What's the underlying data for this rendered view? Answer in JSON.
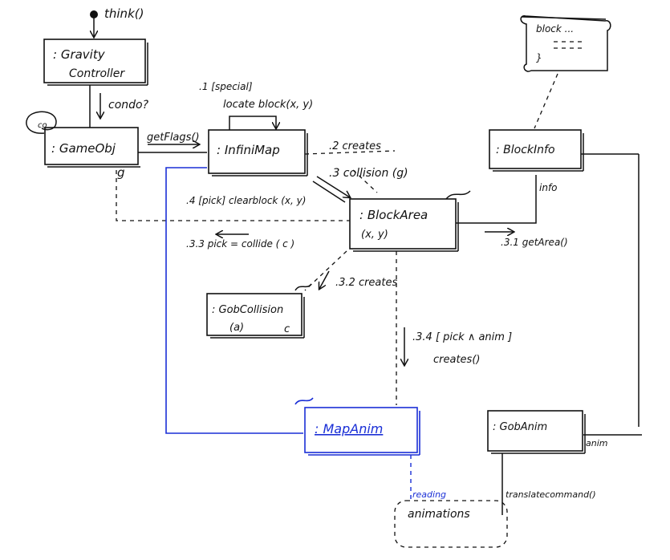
{
  "colors": {
    "ink": "#111111",
    "accent": "#1a2fd6"
  },
  "trigger": {
    "label": "think()"
  },
  "objects": {
    "gravity": {
      "line1": ": Gravity",
      "line2": "Controller"
    },
    "game_obj": {
      "name": ": GameObj",
      "param": "g"
    },
    "infini_map": {
      "name": ": InfiniMap"
    },
    "block_info": {
      "name": ": BlockInfo"
    },
    "block_area": {
      "name": ": BlockArea",
      "param": "(x, y)"
    },
    "gob_collision": {
      "name": ": GobCollision",
      "param": "(a)",
      "corner": "c"
    },
    "map_anim": {
      "name": ": MapAnim"
    },
    "gob_anim": {
      "name": ": GobAnim"
    },
    "animations": {
      "name": "animations"
    },
    "note": {
      "line1": "block ...",
      "line2": "}"
    }
  },
  "messages": {
    "condo": "condo?",
    "getflags": "getFlags()",
    "special_num": ".1 [special]",
    "special_text": "locate block(x, y)",
    "creates2": ".2 creates",
    "collision3": ".3 collision (g)",
    "clear_block": ".4 [pick] clearblock (x, y)",
    "pick33": ".3.3  pick = collide ( c )",
    "getarea": ".3.1   getArea()",
    "creates32": ".3.2 creates",
    "anim34_num": ".3.4  [ pick ∧ anim ]",
    "anim34_text": "creates()",
    "info": "info",
    "anim": "anim",
    "reading": "reading",
    "translate": "translatecommand()"
  }
}
